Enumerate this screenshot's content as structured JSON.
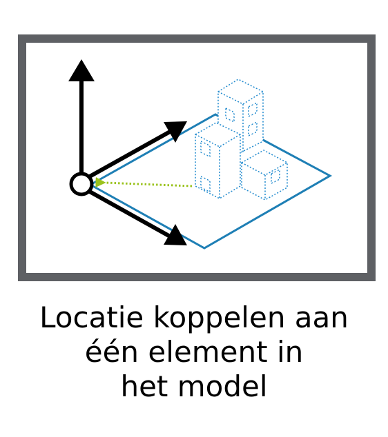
{
  "caption": {
    "lines": [
      "Locatie koppelen aan",
      "één element in",
      "het model"
    ]
  },
  "colors": {
    "frame": "#5e6064",
    "plane": "#1e7fb5",
    "buildings": "#2a8fd0",
    "link_arrow": "#9ac21d",
    "axes": "#000000"
  },
  "icons": {
    "frame": "frame-icon",
    "axes": "coordinate-axes-icon",
    "plane": "ground-plane-icon",
    "buildings": "buildings-icon",
    "link": "link-arrow-icon"
  }
}
